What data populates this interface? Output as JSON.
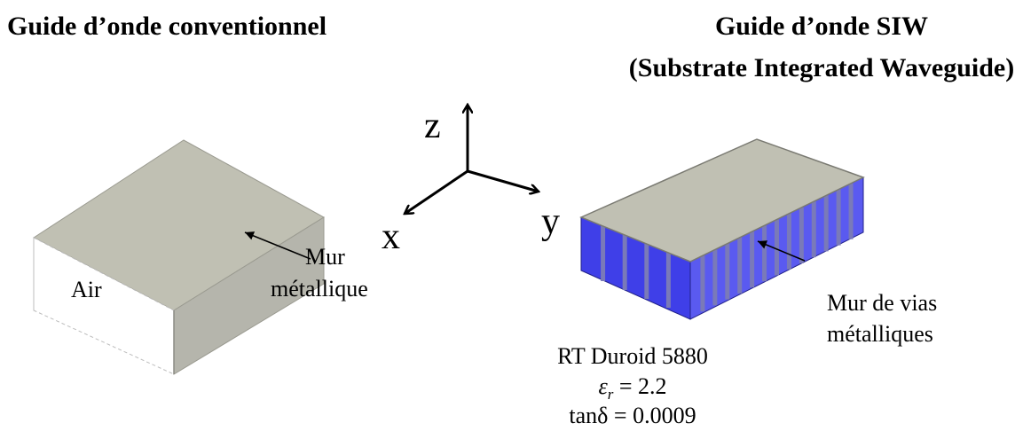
{
  "left": {
    "title": "Guide d’onde conventionnel",
    "air_label": "Air",
    "wall_label_1": "Mur",
    "wall_label_2": "métallique"
  },
  "right": {
    "title_line1": "Guide d’onde SIW",
    "title_line2": "(Substrate Integrated Waveguide)",
    "vias_label_1": "Mur de vias",
    "vias_label_2": "métalliques",
    "material_name": "RT Duroid 5880",
    "eps_symbol": "ε",
    "eps_sub": "r",
    "eps_value": " = 2.2",
    "tan_delta": "tanδ = 0.0009"
  },
  "axes": {
    "z": "z",
    "x": "x",
    "y": "y"
  },
  "colors": {
    "top_face": "#c0c0b3",
    "side_face": "#b5b5ac",
    "substrate": "#3f3fe8",
    "via": "#7a7ab8"
  }
}
